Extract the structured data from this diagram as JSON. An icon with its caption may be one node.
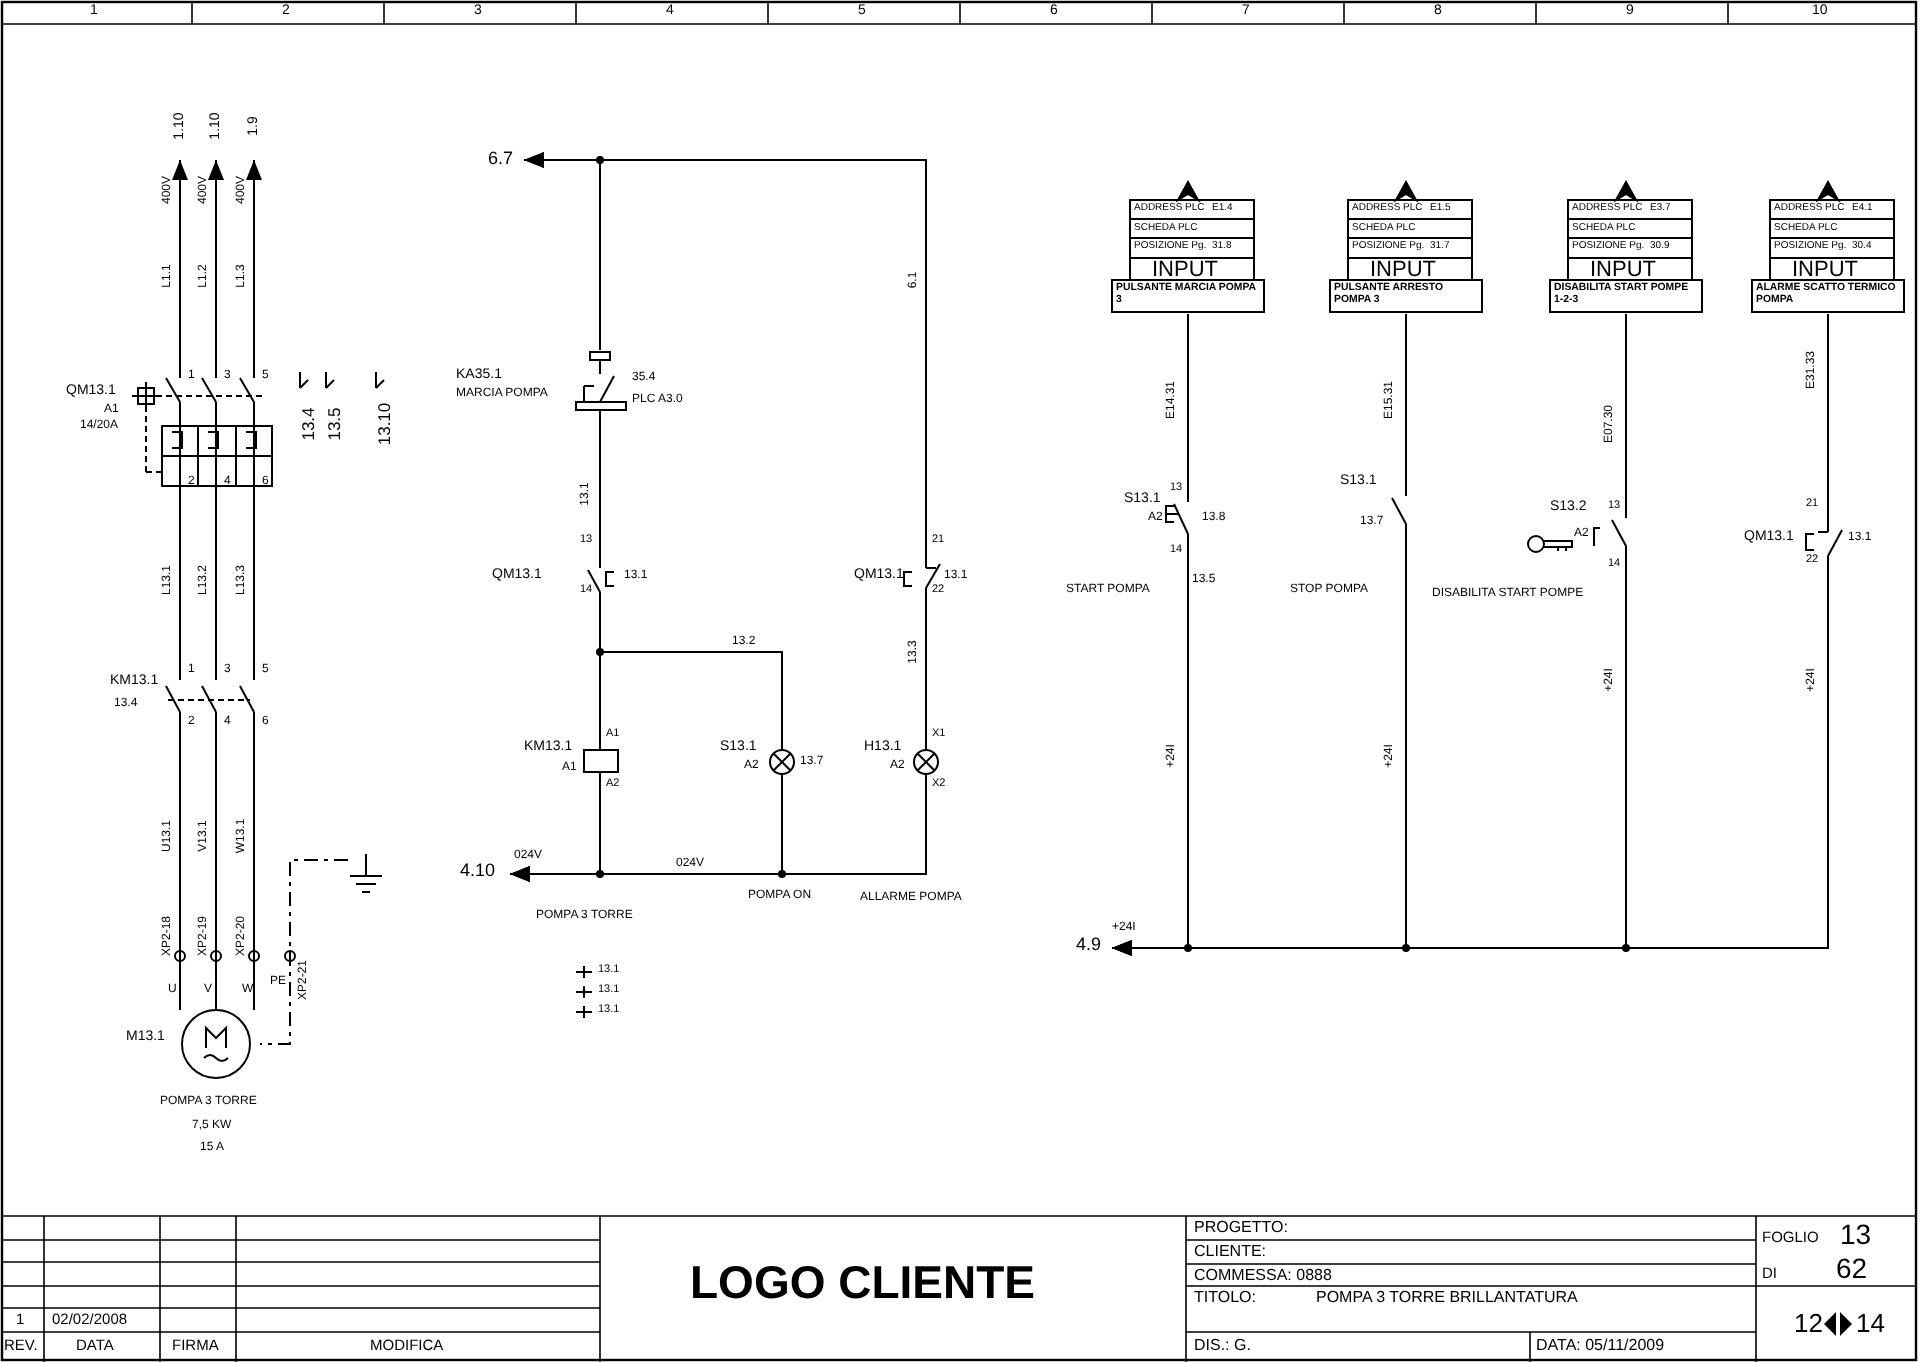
{
  "diagram": {
    "nodes": [
      {
        "text": [
          "1.10"
        ]
      },
      {
        "text": [
          "1.10"
        ]
      },
      {
        "text": [
          "1.9"
        ]
      },
      {
        "text": [
          "QM13.1",
          "A1",
          "14/20A"
        ]
      },
      {
        "text": [
          "KM13.1",
          "13.4"
        ]
      },
      {
        "text": [
          "M13.1"
        ],
        "beside": [
          "POMPA 3 TORRE",
          "7,5 KW",
          "15 A"
        ]
      },
      {
        "text": [],
        "shape": "ground"
      },
      {
        "text": [
          "6.7"
        ]
      },
      {
        "text": [
          "KA35.1",
          "MARCIA POMPA"
        ],
        "beside": [
          "35.4",
          "PLC A3.0"
        ]
      },
      {
        "text": [
          "QM13.1"
        ],
        "beside": [
          "13.1"
        ]
      },
      {
        "text": [
          "KM13.1",
          "A1"
        ]
      },
      {
        "text": [
          "S13.1",
          "A2"
        ],
        "beside": [
          "13.7"
        ]
      },
      {
        "text": [
          "QM13.1"
        ],
        "beside": [
          "13.1"
        ]
      },
      {
        "text": [
          "H13.1",
          "A2"
        ]
      },
      {
        "text": [
          "4.10"
        ]
      },
      {
        "text": [
          "ADDRESS PLC",
          "E1.4",
          "SCHEDA PLC",
          "POSIZIONE Pg.",
          "31.8",
          "INPUT",
          "PULSANTE MARCIA POMPA 3"
        ]
      },
      {
        "text": [
          "ADDRESS PLC",
          "E1.5",
          "SCHEDA PLC",
          "POSIZIONE Pg.",
          "31.7",
          "INPUT",
          "PULSANTE ARRESTO POMPA 3"
        ]
      },
      {
        "text": [
          "ADDRESS PLC",
          "E3.7",
          "SCHEDA PLC",
          "POSIZIONE Pg.",
          "30.9",
          "INPUT",
          "DISABILITA START POMPE 1-2-3"
        ]
      },
      {
        "text": [
          "ADDRESS PLC",
          "E4.1",
          "SCHEDA PLC",
          "POSIZIONE Pg.",
          "30.4",
          "INPUT",
          "ALARME SCATTO TERMICO POMPA"
        ]
      },
      {
        "text": [
          "S13.1",
          "A2"
        ],
        "beside": [
          "13.8",
          "13.5",
          "START POMPA"
        ]
      },
      {
        "text": [
          "S13.1",
          "13.7"
        ],
        "beside": [
          "STOP POMPA"
        ]
      },
      {
        "text": [
          "S13.2",
          "A2"
        ],
        "beside": [
          "DISABILITA START POMPE"
        ]
      },
      {
        "text": [
          "QM13.1"
        ],
        "beside": [
          "13.1"
        ]
      },
      {
        "text": [
          "4.9"
        ]
      }
    ],
    "edges": [
      {
        "from": 3,
        "to": 0,
        "arrow": "to",
        "label": "L1.1"
      },
      {
        "from": 3,
        "to": 1,
        "arrow": "to",
        "label": "L1.2"
      },
      {
        "from": 3,
        "to": 2,
        "arrow": "to",
        "label": "L1.3"
      },
      {
        "from": 3,
        "to": 4,
        "arrow": "none",
        "label": "L13.1"
      },
      {
        "from": 3,
        "to": 4,
        "arrow": "none",
        "label": "L13.2"
      },
      {
        "from": 3,
        "to": 4,
        "arrow": "none",
        "label": "L13.3"
      },
      {
        "from": 4,
        "to": 5,
        "arrow": "none",
        "label": "U13.1"
      },
      {
        "from": 4,
        "to": 5,
        "arrow": "none",
        "label": "V13.1"
      },
      {
        "from": 4,
        "to": 5,
        "arrow": "none",
        "label": "W13.1"
      },
      {
        "from": 6,
        "to": 5,
        "arrow": "none",
        "style": "dashed"
      },
      {
        "from": 8,
        "to": 7,
        "arrow": "to"
      },
      {
        "from": 12,
        "to": 7,
        "arrow": "to",
        "label": "6.1"
      },
      {
        "from": 8,
        "to": 9,
        "arrow": "none",
        "label": "13.1"
      },
      {
        "from": 9,
        "to": 10,
        "arrow": "none"
      },
      {
        "from": 9,
        "to": 11,
        "arrow": "none",
        "label": "13.2"
      },
      {
        "from": 12,
        "to": 13,
        "arrow": "none",
        "label": "13.3"
      },
      {
        "from": 10,
        "to": 14,
        "arrow": "to"
      },
      {
        "from": 11,
        "to": 14,
        "arrow": "to",
        "label": "024V"
      },
      {
        "from": 13,
        "to": 14,
        "arrow": "to"
      },
      {
        "from": 19,
        "to": 15,
        "arrow": "none",
        "label": "E14.31"
      },
      {
        "from": 20,
        "to": 16,
        "arrow": "none",
        "label": "E15.31"
      },
      {
        "from": 21,
        "to": 17,
        "arrow": "none",
        "label": "E07.30"
      },
      {
        "from": 22,
        "to": 18,
        "arrow": "none",
        "label": "E31.33"
      },
      {
        "from": 19,
        "to": 23,
        "arrow": "to",
        "label": "+24I"
      },
      {
        "from": 20,
        "to": 23,
        "arrow": "to",
        "label": "+24I"
      },
      {
        "from": 21,
        "to": 23,
        "arrow": "to",
        "label": "+24I"
      },
      {
        "from": 22,
        "to": 23,
        "arrow": "to",
        "label": "+24I"
      }
    ],
    "labels": [
      "1",
      "2",
      "3",
      "4",
      "5",
      "6",
      "7",
      "8",
      "9",
      "10",
      "400V",
      "400V",
      "400V",
      "1",
      "3",
      "5",
      "2",
      "4",
      "6",
      "1",
      "3",
      "5",
      "2",
      "4",
      "6",
      "13.4",
      "13.5",
      "13.10",
      "XP2-18",
      "XP2-19",
      "XP2-20",
      "XP2-21",
      "U",
      "V",
      "W",
      "PE",
      "024V",
      "13.1",
      "13.1",
      "13.1",
      "+24I",
      "POMPA 3 TORRE",
      "POMPA ON",
      "ALLARME POMPA",
      "13",
      "14",
      "21",
      "22",
      "A1",
      "A2",
      "X1",
      "X2",
      "13",
      "14",
      "13",
      "14",
      "21",
      "22",
      "1",
      "02/02/2008",
      "REV.",
      "DATA",
      "FIRMA",
      "MODIFICA",
      "LOGO CLIENTE",
      "PROGETTO:",
      "CLIENTE:",
      "COMMESSA: 0888",
      "TITOLO:",
      "POMPA 3 TORRE BRILLANTATURA",
      "DIS.: G.",
      "DATA: 05/11/2009",
      "FOGLIO",
      "13",
      "DI",
      "62",
      "12",
      "14"
    ]
  }
}
